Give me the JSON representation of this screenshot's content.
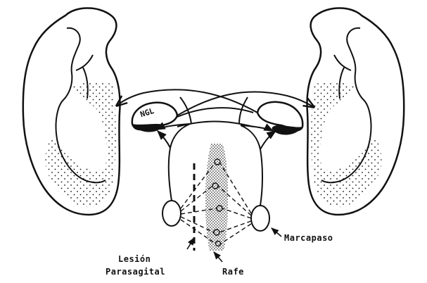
{
  "diagram": {
    "labels": {
      "ngl": "NGL",
      "lesion_line1": "Lesión",
      "lesion_line2": "Parasagital",
      "rafe": "Rafe",
      "marcapaso": "Marcapaso"
    },
    "colors": {
      "ink": "#111111",
      "background": "#ffffff"
    }
  }
}
